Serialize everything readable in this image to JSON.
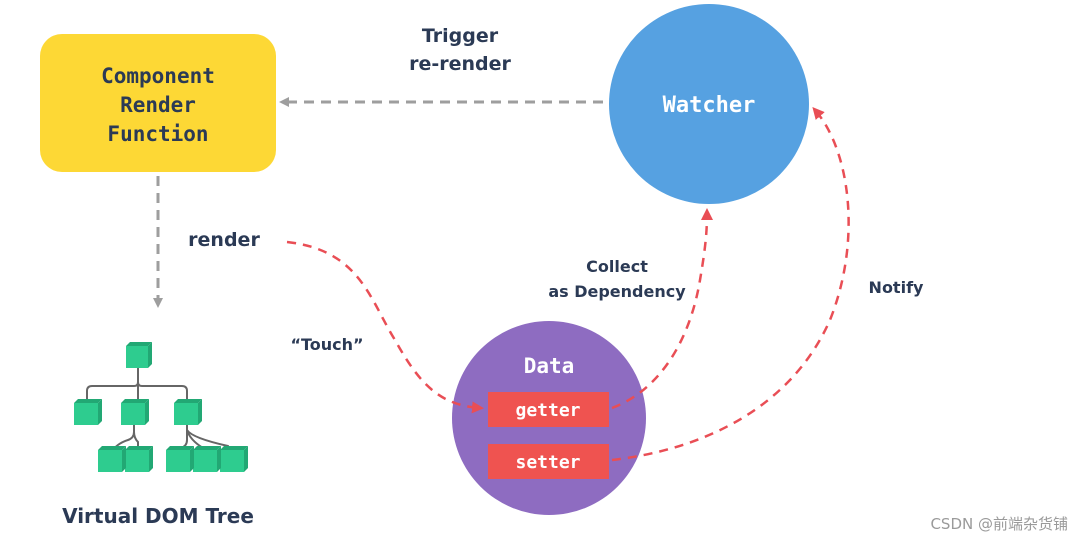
{
  "nodes": {
    "component": {
      "line1": "Component",
      "line2": "Render",
      "line3": "Function"
    },
    "watcher": {
      "label": "Watcher"
    },
    "data": {
      "label": "Data",
      "getter": "getter",
      "setter": "setter"
    },
    "vdom": {
      "label": "Virtual DOM Tree"
    }
  },
  "edges": {
    "trigger": {
      "line1": "Trigger",
      "line2": "re-render"
    },
    "render": {
      "label": "render"
    },
    "touch": {
      "label": "“Touch”"
    },
    "collect": {
      "line1": "Collect",
      "line2": "as Dependency"
    },
    "notify": {
      "label": "Notify"
    }
  },
  "watermark": "CSDN @前端杂货铺",
  "colors": {
    "component": "#FDD835",
    "watcher": "#56A1E1",
    "data": "#8E6CC1",
    "pill": "#EF5350",
    "tree": "#2ECC8F",
    "gray_arrow": "#9E9E9E",
    "red_arrow": "#E94E55",
    "text_dark": "#2B3A55"
  }
}
